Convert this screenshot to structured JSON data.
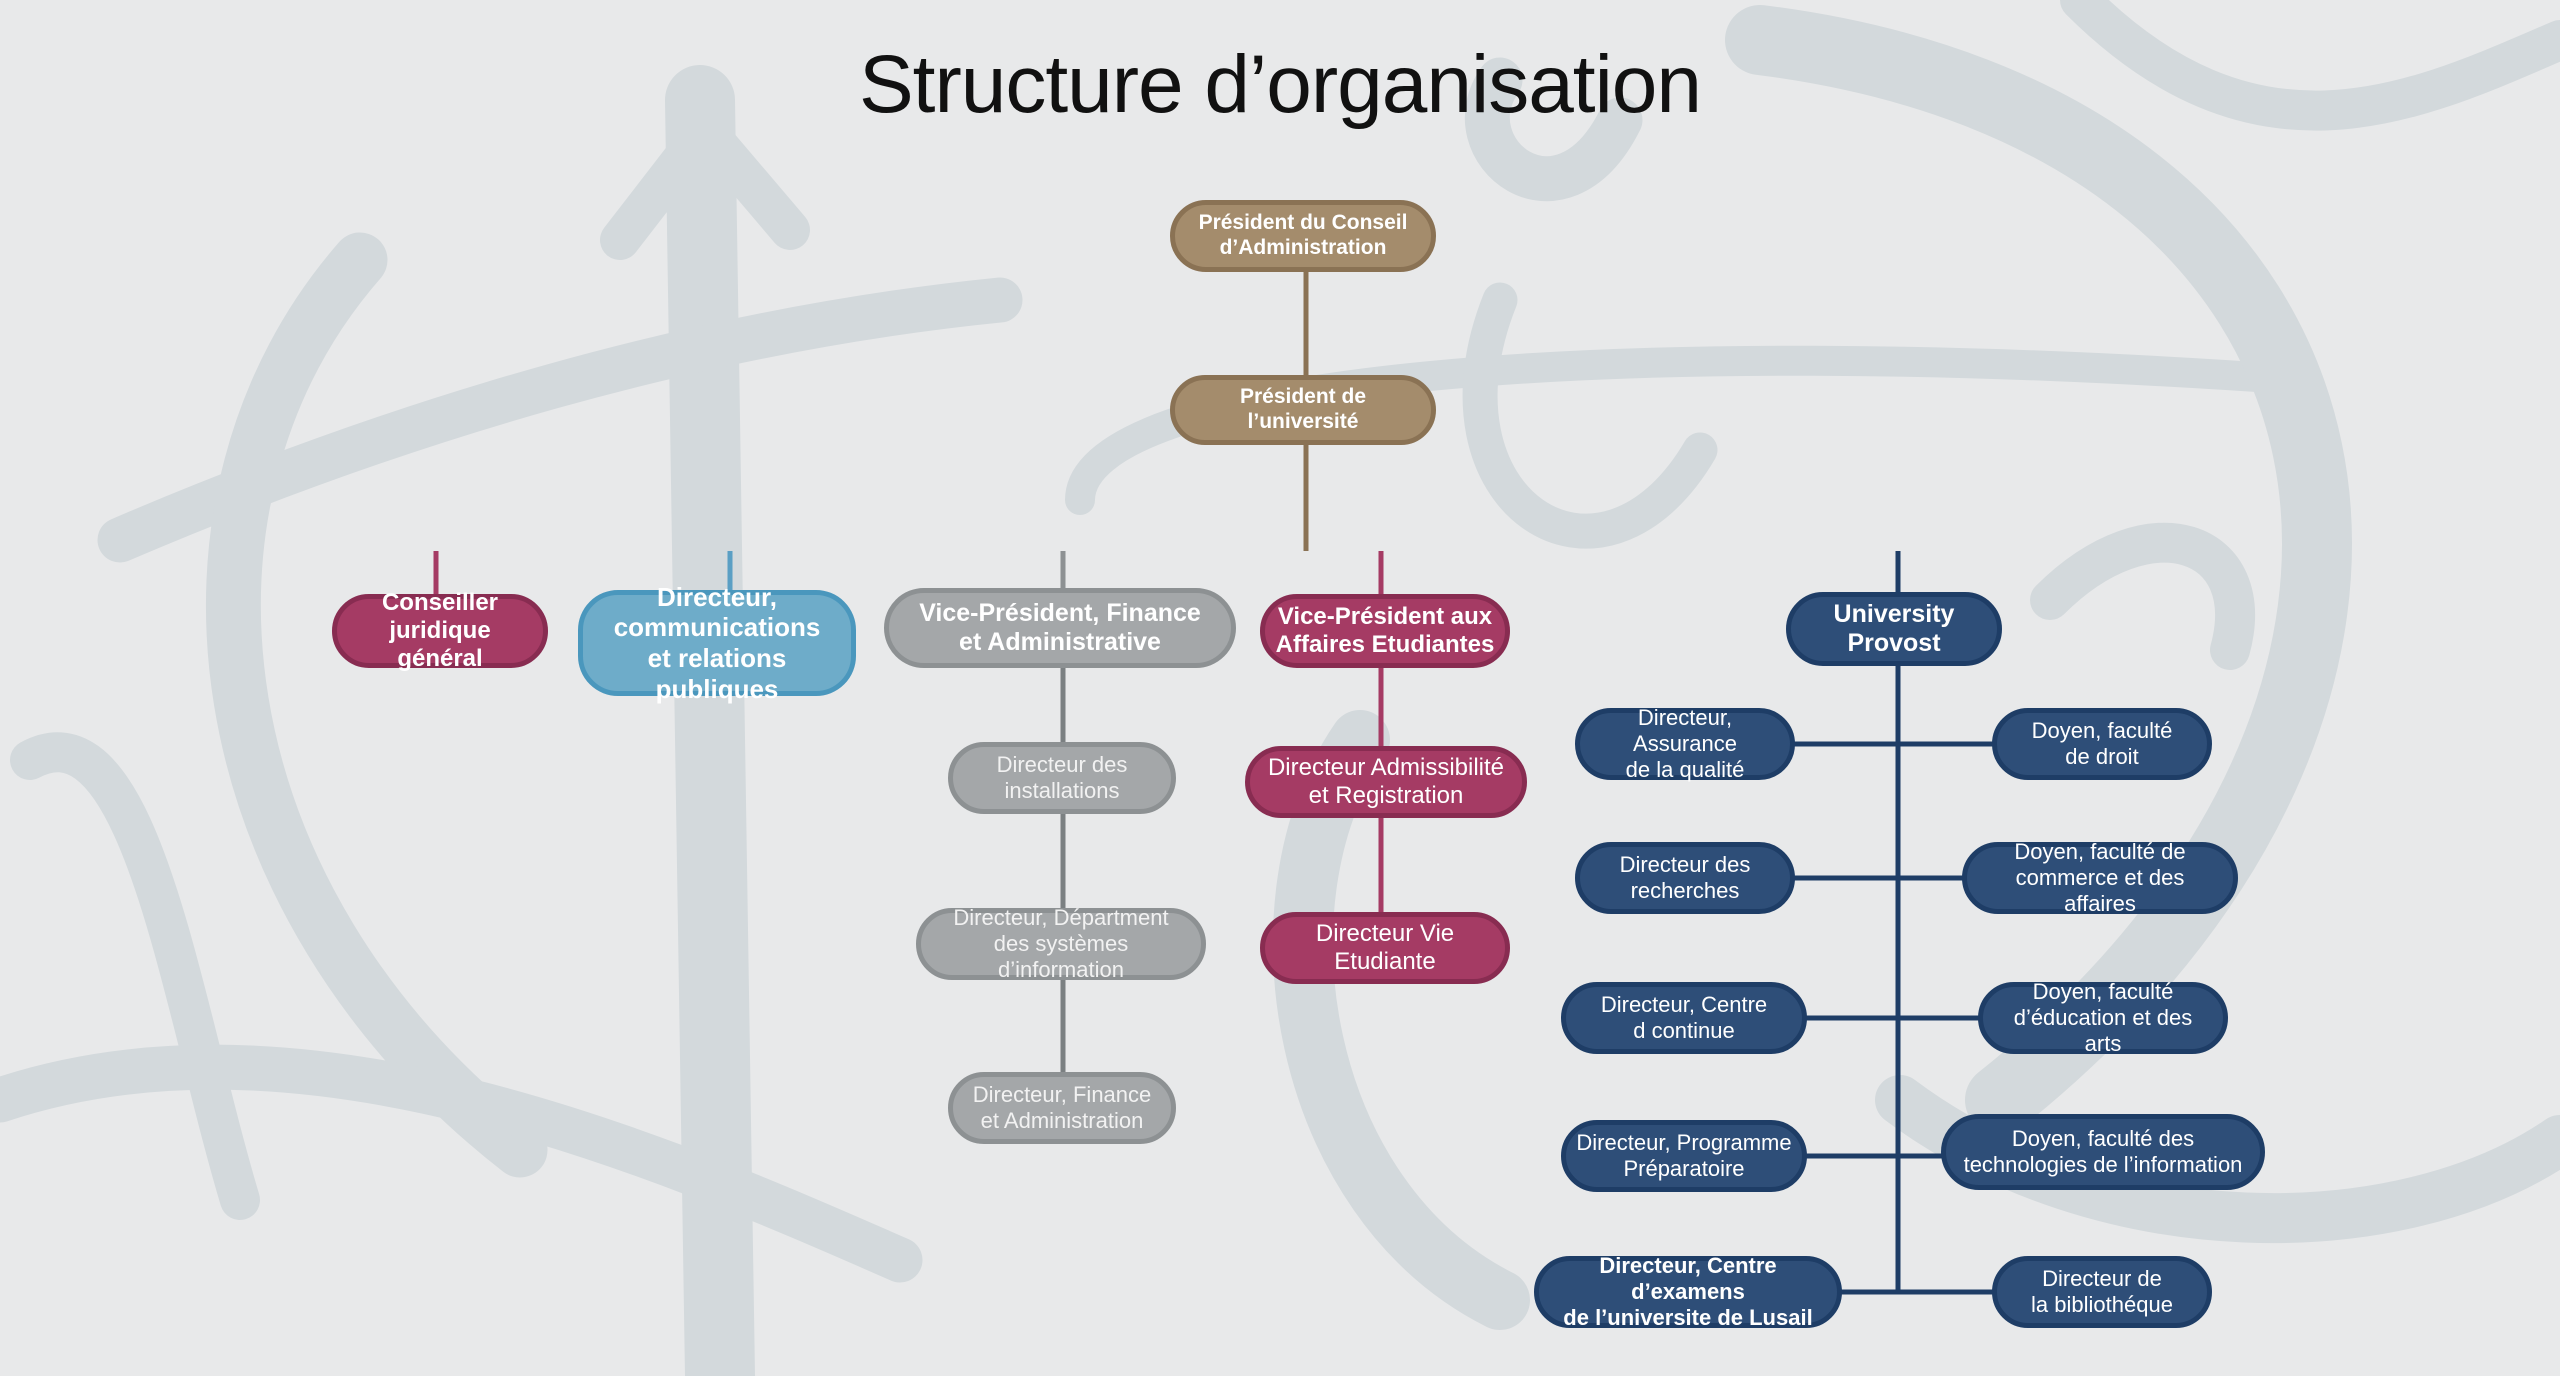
{
  "title": "Structure d’organisation",
  "colors": {
    "gold": "#a48c6c",
    "red": "#a53b64",
    "light_blue": "#6eacc9",
    "grey": "#a4a7a9",
    "navy": "#2e4e78"
  },
  "nodes": {
    "chairman": "Président du Conseil\nd’Administration",
    "university_president": "Président de l’université",
    "general_counsel": "Conseiller\njuridique général",
    "communications_director": "Directeur,\ncommunications\net relations publiques",
    "vp_finance": "Vice-Président, Finance\net Administrative",
    "vp_students": "Vice-Président aux\nAffaires Etudiantes",
    "provost": "University\nProvost",
    "facilities_director": "Directeur des\ninstallations",
    "is_director": "Directeur, Départment\ndes systèmes d’information",
    "finance_director": "Directeur, Finance\net Administration",
    "admissions_director": "Directeur Admissibilité\net Registration",
    "student_life_director": "Directeur Vie\nEtudiante",
    "quality_director": "Directeur, Assurance\nde la qualité",
    "research_director": "Directeur des\nrecherches",
    "continuing_center_director": "Directeur, Centre\nd continue",
    "prep_program_director": "Directeur, Programme\nPréparatoire",
    "exam_center_director": "Directeur, Centre d’examens\nde l’universite de Lusail",
    "law_dean": "Doyen, faculté\nde droit",
    "business_dean": "Doyen, faculté de\ncommerce et des affaires",
    "education_dean": "Doyen, faculté\nd’éducation et des arts",
    "it_dean": "Doyen, faculté des\ntechnologies de l’information",
    "library_director": "Directeur de\nla bibliothéque"
  }
}
